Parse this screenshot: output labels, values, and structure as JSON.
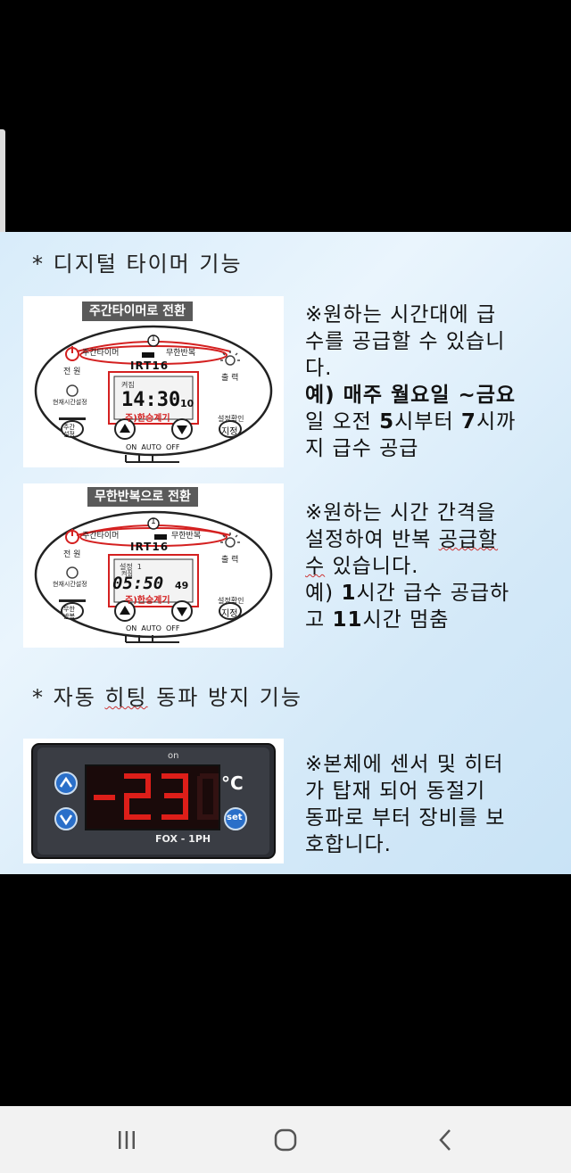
{
  "slide": {
    "section1": {
      "heading": "* 디지털 타이머 기능"
    },
    "panel1": {
      "title": "주간타이머로 전환",
      "brand": "IRT16",
      "mode_left": "주간타이머",
      "mode_right": "무한반복",
      "num": "1",
      "power_label": "전 원",
      "clock_label": "현재시간설정",
      "sun_label": "출 력",
      "check_label": "설정확인",
      "display_time": "14:30",
      "display_sec": "10",
      "display_top": "켜짐",
      "company": "주)한승계기",
      "btn_left": "주간\n설정",
      "btn_save": "지정",
      "switch_labels": "ON  AUTO  OFF"
    },
    "desc1": {
      "l1": "※원하는 시간대에 급",
      "l2": "수를 공급할 수 있습니",
      "l3": "다.",
      "l4_a": "예) 매주 월요일 ~금요",
      "l5_a": "일 오전 ",
      "l5_b": "5",
      "l5_c": "시부터 ",
      "l5_d": "7",
      "l5_e": "시까",
      "l6": "지 급수 공급"
    },
    "panel2": {
      "title": "무한반복으로 전환",
      "brand": "IRT16",
      "mode_left": "주간타이머",
      "mode_right": "무한반복",
      "num": "1",
      "power_label": "전 원",
      "clock_label": "현재시간설정",
      "sun_label": "출 력",
      "check_label": "설정확인",
      "display_time": "05:50",
      "display_sec": "49",
      "display_top": "켜짐",
      "display_mode": "설정  1",
      "company": "주)한승계기",
      "btn_left": "무한\n반복",
      "btn_save": "지정",
      "switch_labels": "ON  AUTO  OFF"
    },
    "desc2": {
      "l1": "※원하는 시간 간격을",
      "l2_a": "설정하여 반복 ",
      "l2_b": "공급할",
      "l3_a": "수",
      "l3_b": " 있습니다.",
      "l4_a": "예) ",
      "l4_b": "1",
      "l4_c": "시간 급수 공급하",
      "l5_a": "고 ",
      "l5_b": "11",
      "l5_c": "시간 멈춤"
    },
    "section2": {
      "heading_a": "* 자동 ",
      "heading_b": "히팅",
      "heading_c": " 동파 방지 기능"
    },
    "fox": {
      "on_label": "on",
      "unit": "°C",
      "display": "-23",
      "set_label": "set",
      "brand": "FOX - 1PH"
    },
    "desc3": {
      "l1": "※본체에 센서 및 히터",
      "l2": "가 탑재 되어 동절기",
      "l3": "동파로 부터 장비를 보",
      "l4": "호합니다."
    }
  },
  "navbar": {
    "recent": "recent-apps-icon",
    "home": "home-icon",
    "back": "back-icon"
  },
  "colors": {
    "slide_bg": "#d8ecfa",
    "led_red": "#e8201a",
    "fox_button": "#2a6fc9",
    "panel_highlight": "#d42020"
  }
}
